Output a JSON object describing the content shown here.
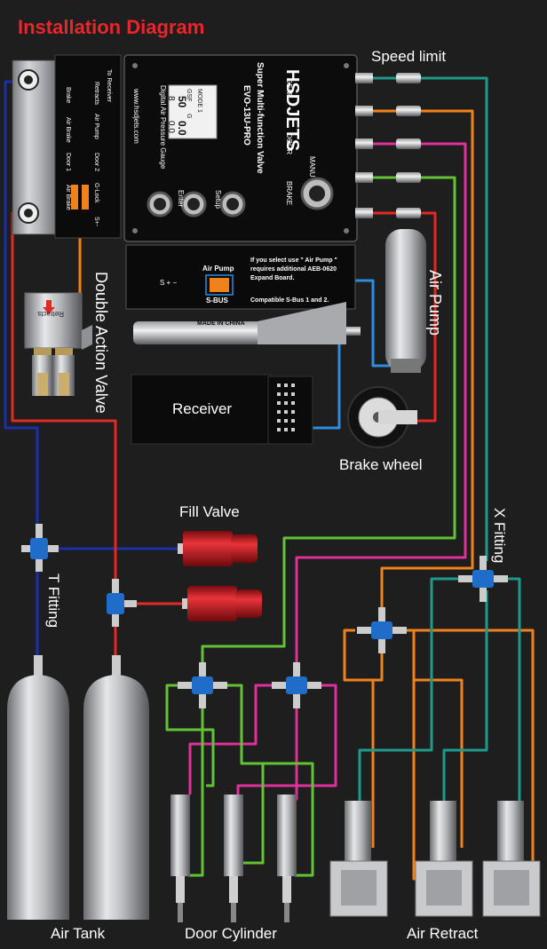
{
  "title": "Installation Diagram",
  "labels": {
    "speed_limit": "Speed limit",
    "air_pump": "Air Pump",
    "brake_wheel": "Brake wheel",
    "double_action_valve": "Double Action Valve",
    "receiver": "Receiver",
    "fill_valve": "Fill Valve",
    "t_fitting": "T Fitting",
    "x_fitting": "X Fitting",
    "air_tank": "Air Tank",
    "door_cylinder": "Door Cylinder",
    "air_retract": "Air Retract"
  },
  "valve_unit": {
    "brand": "HSDJETS",
    "model_line1": "Super Multi-function Valve",
    "model_line2": "EVO-13U-PRO",
    "gauge_label": "Digital Air Pressure Gauge",
    "website": "www.hsdjets.com",
    "mode": "MODE 1",
    "gsf": "GSF",
    "g": "G",
    "val1": "50",
    "val2": "8",
    "val3": "0.0",
    "val4": "0.0",
    "gear": "GEAR",
    "door": "DOOR",
    "brake": "BRAKE",
    "menu": "MANU",
    "enter": "Enter",
    "setup": "Setup",
    "ports": [
      "To Receiver",
      "Retracts",
      "Brake",
      "Air Pump",
      "Air Brake",
      "Door 2",
      "Door 1",
      "G-Lock",
      "Air Brake",
      "S+-"
    ]
  },
  "expansion": {
    "s_port": "S + −",
    "air_pump_port": "Air Pump",
    "sbus_port": "S-BUS",
    "note1": "If you select use \" Air Pump \"",
    "note2": "requires additional AEB-0620",
    "note3": "Expand Board.",
    "note4": "Compatible S-Bus 1 and 2.",
    "made_in": "MADE IN CHINA"
  },
  "valve_body_label": "Retracts",
  "colors": {
    "background": "#1e1e1e",
    "title": "#e8262b",
    "blue_line": "#1b2fa8",
    "red_line": "#e02a23",
    "orange_line": "#f0821e",
    "green_line": "#62c234",
    "magenta_line": "#e0309a",
    "teal_line": "#1d9a8a",
    "light_blue_line": "#2a8fe0",
    "fitting": "#1f6cc9"
  }
}
